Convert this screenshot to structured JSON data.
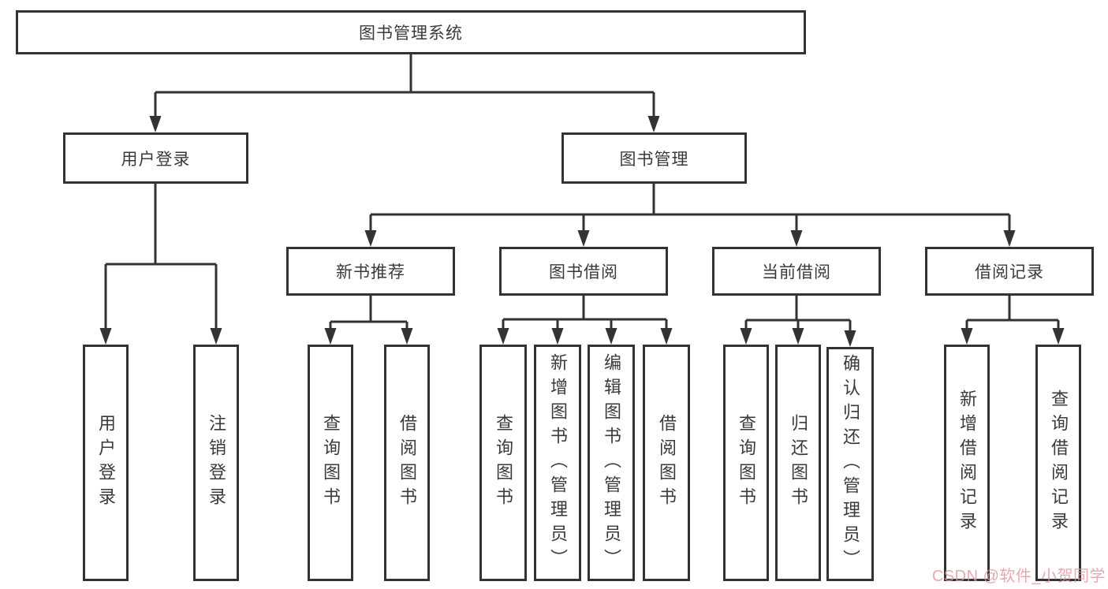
{
  "title": "图书管理系统",
  "tree": {
    "root": "图书管理系统",
    "level2": {
      "user_login": "用户登录",
      "book_management": "图书管理"
    },
    "user_login_children": [
      "用户登录",
      "注销登录"
    ],
    "book_management_children": [
      "新书推荐",
      "图书借阅",
      "当前借阅",
      "借阅记录"
    ],
    "new_book_children": [
      "查询图书",
      "借阅图书"
    ],
    "book_borrow_children": [
      "查询图书",
      "新增图书（管理员）",
      "编辑图书（管理员）",
      "借阅图书"
    ],
    "current_borrow_children": [
      "查询图书",
      "归还图书",
      "确认归还（管理员）"
    ],
    "borrow_record_children": [
      "新增借阅记录",
      "查询借阅记录"
    ]
  },
  "watermark": "CSDN @软件_小贺同学",
  "colors": {
    "line": "#333333",
    "text": "#3A3A3A",
    "watermark": "#E0949E",
    "background": "#FFFFFF"
  }
}
